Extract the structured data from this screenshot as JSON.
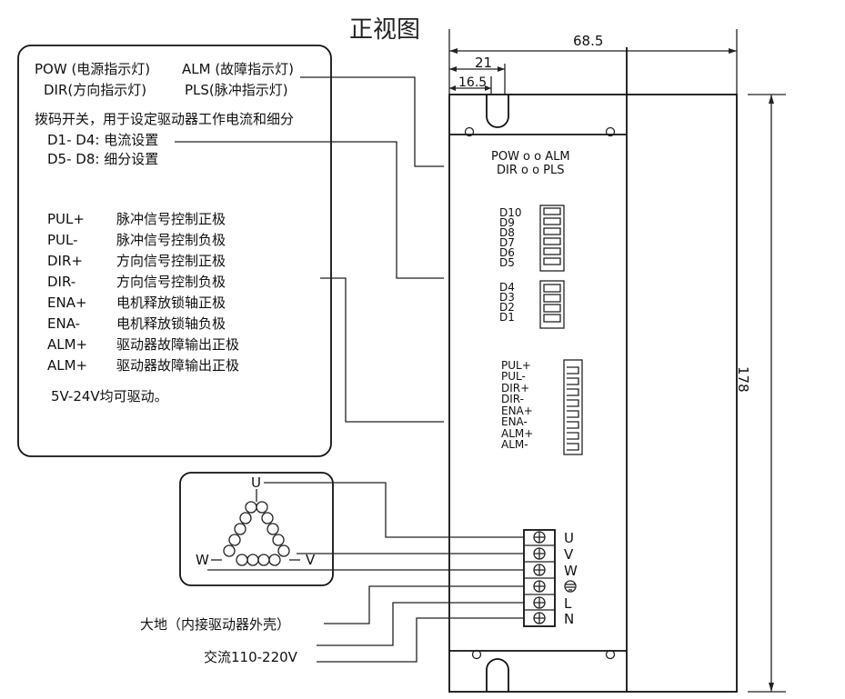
{
  "title": "正视图",
  "dimensions": {
    "width": "68.5",
    "d21": "21",
    "d16_5": "16.5",
    "height": "178"
  },
  "legend": {
    "line1_left": "POW (电源指示灯)",
    "line1_right": "ALM (故障指示灯)",
    "line2_left": "DIR(方向指示灯)",
    "line2_right": "PLS(脉冲指示灯)",
    "dip_desc": "拨码开关，用于设定驱动器工作电流和细分",
    "d1_d4": "D1- D4: 电流设置",
    "d5_d8": "D5- D8: 细分设置",
    "signals": [
      {
        "name": "PUL+",
        "desc": "脉冲信号控制正极"
      },
      {
        "name": "PUL-",
        "desc": "脉冲信号控制负极"
      },
      {
        "name": "DIR+",
        "desc": "方向信号控制正极"
      },
      {
        "name": "DIR-",
        "desc": "方向信号控制负极"
      },
      {
        "name": "ENA+",
        "desc": "电机释放锁轴正极"
      },
      {
        "name": "ENA-",
        "desc": "电机释放锁轴负极"
      },
      {
        "name": "ALM+",
        "desc": "驱动器故障输出正极"
      },
      {
        "name": "ALM+",
        "desc": "驱动器故障输出正极"
      }
    ],
    "voltage_note": "5V-24V均可驱动。"
  },
  "device": {
    "led_row1": "POW o o ALM",
    "led_row2": "DIR o o PLS",
    "dip_labels": [
      "D10",
      "D9",
      "D8",
      "D7",
      "D6",
      "D5",
      "D4",
      "D3",
      "D2",
      "D1"
    ],
    "signal_labels": [
      "PUL+",
      "PUL-",
      "DIR+",
      "DIR-",
      "ENA+",
      "ENA-",
      "ALM+",
      "ALM-"
    ],
    "terminal_labels": [
      "U",
      "V",
      "W",
      "L",
      "N"
    ]
  },
  "motor": {
    "u": "U",
    "v": "V",
    "w": "W"
  },
  "annotations": {
    "ground": "大地（内接驱动器外壳）",
    "ac": "交流110-220V"
  }
}
